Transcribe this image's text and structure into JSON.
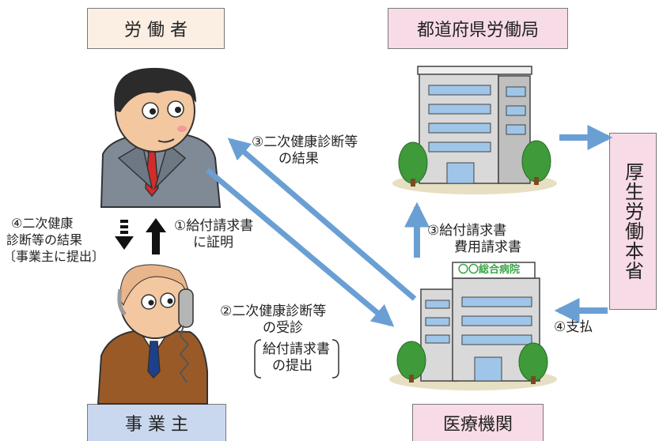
{
  "nodes": {
    "worker": "労 働 者",
    "bureau": "都道府県労働局",
    "ministry": "厚生労働本省",
    "employer": "事 業 主",
    "hospital": "医療機関",
    "hospital_sign": "〇〇総合病院"
  },
  "labels": {
    "step1": [
      "①給付請求書",
      "に証明"
    ],
    "step2": [
      "②二次健康診断等",
      "の受診"
    ],
    "step2_bracket": [
      "給付請求書",
      "の提出"
    ],
    "step3_result": [
      "③二次健康診断等",
      "の結果"
    ],
    "step3_claim": [
      "③給付請求書",
      "費用請求書"
    ],
    "step4_result": [
      "④二次健康",
      "診断等の結果",
      "〔事業主に提出〕"
    ],
    "step4_pay": "④支払"
  },
  "colors": {
    "beige_box": "#fbeee3",
    "pink_box": "#f7dbe6",
    "blue_box": "#c9d8ef",
    "arrow_blue": "#6a9fd4",
    "black": "#111111",
    "tree_green": "#3f9a3a",
    "sign_green": "#3aa648"
  }
}
